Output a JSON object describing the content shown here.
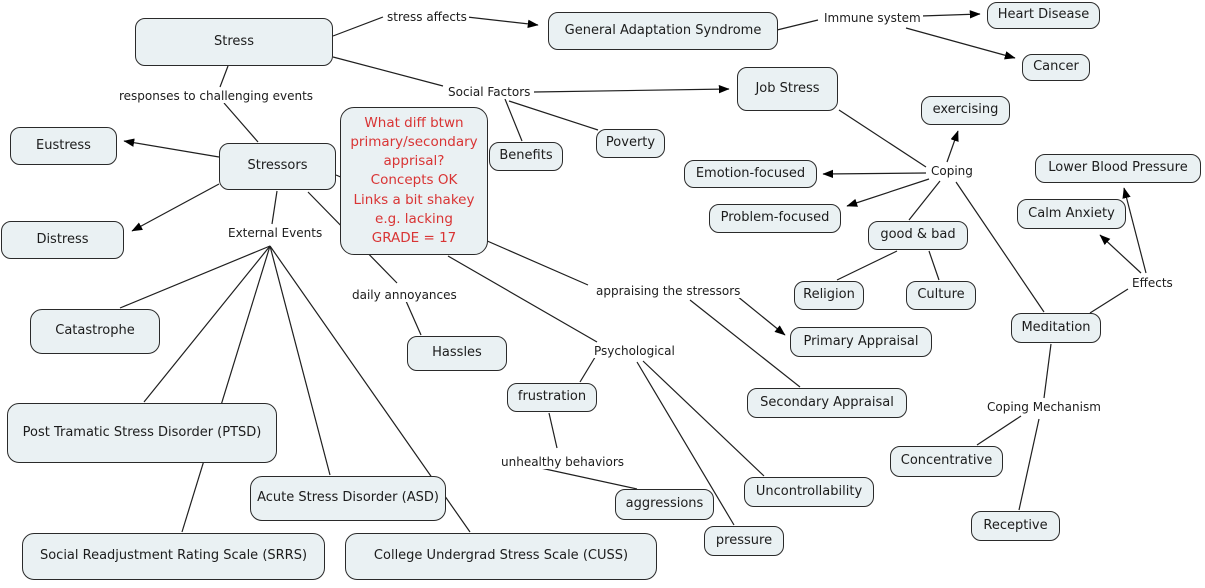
{
  "diagram_type": "concept-map",
  "topic": "Stress",
  "colors": {
    "background": "#ffffff",
    "node_fill": "#eaf1f3",
    "node_border": "#2a2a2a",
    "line": "#1f1f1f",
    "text": "#1c1c1c",
    "note_text": "#d93434"
  },
  "nodes": {
    "stress": {
      "label": "Stress"
    },
    "gas": {
      "label": "General Adaptation Syndrome"
    },
    "heart_disease": {
      "label": "Heart Disease"
    },
    "cancer": {
      "label": "Cancer"
    },
    "job_stress": {
      "label": "Job Stress"
    },
    "exercising": {
      "label": "exercising"
    },
    "eustress": {
      "label": "Eustress"
    },
    "stressors": {
      "label": "Stressors"
    },
    "distress": {
      "label": "Distress"
    },
    "benefits": {
      "label": "Benefits"
    },
    "poverty": {
      "label": "Poverty"
    },
    "emotion_focused": {
      "label": "Emotion-focused"
    },
    "problem_focused": {
      "label": "Problem-focused"
    },
    "good_and_bad": {
      "label": "good & bad"
    },
    "religion": {
      "label": "Religion"
    },
    "culture": {
      "label": "Culture"
    },
    "lower_blood_pressure": {
      "label": "Lower Blood Pressure"
    },
    "calm_anxiety": {
      "label": "Calm Anxiety"
    },
    "meditation": {
      "label": "Meditation"
    },
    "primary_appraisal": {
      "label": "Primary Appraisal"
    },
    "secondary_appraisal": {
      "label": "Secondary Appraisal"
    },
    "catastrophe": {
      "label": "Catastrophe"
    },
    "hassles": {
      "label": "Hassles"
    },
    "frustration": {
      "label": "frustration"
    },
    "ptsd": {
      "label": "Post Tramatic Stress Disorder (PTSD)"
    },
    "asd": {
      "label": "Acute Stress Disorder (ASD)"
    },
    "aggressions": {
      "label": "aggressions"
    },
    "pressure": {
      "label": "pressure"
    },
    "uncontrollability": {
      "label": "Uncontrollability"
    },
    "concentrative": {
      "label": "Concentrative"
    },
    "srrs": {
      "label": "Social Readjustment Rating Scale (SRRS)"
    },
    "cuss": {
      "label": "College Undergrad Stress Scale (CUSS)"
    },
    "receptive": {
      "label": "Receptive"
    }
  },
  "link_labels": {
    "stress_affects": "stress affects",
    "immune_system": "Immune system",
    "responses": "responses to challenging events",
    "social_factors": "Social Factors",
    "coping": "Coping",
    "effects": "Effects",
    "external_events": "External Events",
    "daily_annoyances": "daily annoyances",
    "appraising": "appraising the stressors",
    "psychological": "Psychological",
    "unhealthy_behaviors": "unhealthy behaviors",
    "coping_mechanism": "Coping Mechanism"
  },
  "note": {
    "text": "What diff btwn\nprimary/secondary\napprisal?\nConcepts OK\nLinks a bit shakey\ne.g. lacking\nGRADE = 17"
  },
  "edges": [
    {
      "from": "Stress",
      "label": "stress affects",
      "to": "General Adaptation Syndrome",
      "arrow": true
    },
    {
      "from": "General Adaptation Syndrome",
      "label": "Immune system",
      "to": "Heart Disease",
      "arrow": true
    },
    {
      "from": "General Adaptation Syndrome",
      "label": "Immune system",
      "to": "Cancer",
      "arrow": true
    },
    {
      "from": "Stress",
      "label": "responses to challenging events",
      "to": "Stressors",
      "arrow": false
    },
    {
      "from": "Stress",
      "label": "Social Factors",
      "to": "Job Stress",
      "arrow": true
    },
    {
      "from": "Stress",
      "label": "Social Factors",
      "to": "Benefits",
      "arrow": false
    },
    {
      "from": "Stress",
      "label": "Social Factors",
      "to": "Poverty",
      "arrow": false
    },
    {
      "from": "Stressors",
      "label": "",
      "to": "Eustress",
      "arrow": true
    },
    {
      "from": "Stressors",
      "label": "",
      "to": "Distress",
      "arrow": true
    },
    {
      "from": "Stressors",
      "label": "External Events",
      "to": "Catastrophe",
      "arrow": false
    },
    {
      "from": "Stressors",
      "label": "External Events",
      "to": "Post Tramatic Stress Disorder (PTSD)",
      "arrow": false
    },
    {
      "from": "Stressors",
      "label": "External Events",
      "to": "Acute Stress Disorder (ASD)",
      "arrow": false
    },
    {
      "from": "Stressors",
      "label": "External Events",
      "to": "Social Readjustment Rating Scale (SRRS)",
      "arrow": false
    },
    {
      "from": "Stressors",
      "label": "External Events",
      "to": "College Undergrad Stress Scale (CUSS)",
      "arrow": false
    },
    {
      "from": "Stressors",
      "label": "daily annoyances",
      "to": "Hassles",
      "arrow": false
    },
    {
      "from": "Stressors",
      "label": "appraising the stressors",
      "to": "Primary Appraisal",
      "arrow": true
    },
    {
      "from": "Stressors",
      "label": "appraising the stressors",
      "to": "Secondary Appraisal",
      "arrow": false
    },
    {
      "from": "Stressors",
      "label": "Psychological",
      "to": "frustration",
      "arrow": false
    },
    {
      "from": "Stressors",
      "label": "Psychological",
      "to": "Uncontrollability",
      "arrow": false
    },
    {
      "from": "Stressors",
      "label": "Psychological",
      "to": "pressure",
      "arrow": false
    },
    {
      "from": "frustration",
      "label": "unhealthy behaviors",
      "to": "aggressions",
      "arrow": false
    },
    {
      "from": "Job Stress",
      "label": "Coping",
      "to": "exercising",
      "arrow": true
    },
    {
      "from": "Coping",
      "label": "",
      "to": "Emotion-focused",
      "arrow": true
    },
    {
      "from": "Coping",
      "label": "",
      "to": "Problem-focused",
      "arrow": true
    },
    {
      "from": "Coping",
      "label": "good & bad",
      "to": "Religion",
      "arrow": false
    },
    {
      "from": "Coping",
      "label": "good & bad",
      "to": "Culture",
      "arrow": false
    },
    {
      "from": "Coping",
      "label": "",
      "to": "Meditation",
      "arrow": false
    },
    {
      "from": "Meditation",
      "label": "Effects",
      "to": "Calm Anxiety",
      "arrow": true
    },
    {
      "from": "Meditation",
      "label": "Effects",
      "to": "Lower Blood Pressure",
      "arrow": true
    },
    {
      "from": "Meditation",
      "label": "Coping Mechanism",
      "to": "Concentrative",
      "arrow": false
    },
    {
      "from": "Meditation",
      "label": "Coping Mechanism",
      "to": "Receptive",
      "arrow": false
    }
  ]
}
